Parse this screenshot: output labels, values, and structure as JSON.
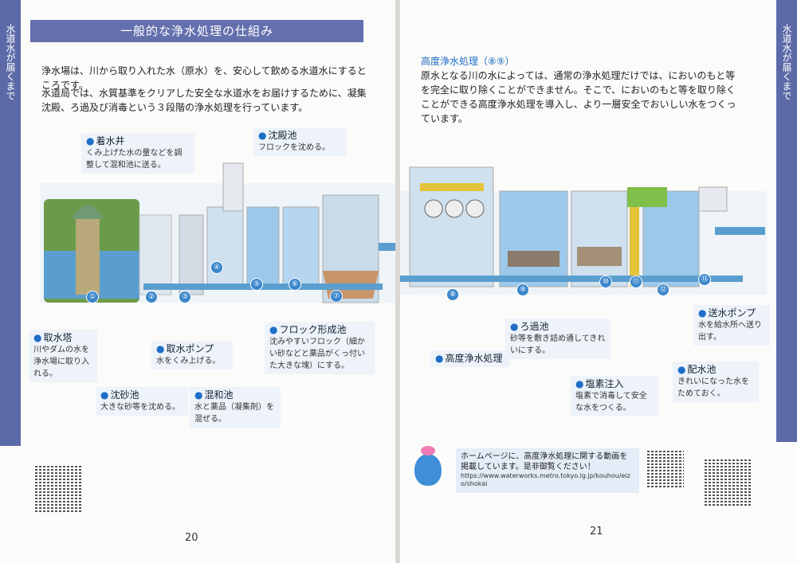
{
  "tabs": {
    "left": "水道水が届くまで",
    "right": "水道水が届くまで"
  },
  "title": "一般的な浄水処理の仕組み",
  "intro": {
    "p1": "浄水場は、川から取り入れた水（原水）を、安心して飲める水道水にするところです。",
    "p2": "水道局では、水質基準をクリアした安全な水道水をお届けするために、凝集沈殿、ろ過及び消毒という３段階の浄水処理を行っています。"
  },
  "advanced": {
    "heading": "高度浄水処理（⑧⑨）",
    "text": "原水となる川の水によっては、通常の浄水処理だけでは、においのもと等を完全に取り除くことができません。そこで、においのもと等を取り除くことができる高度浄水処理を導入し、より一層安全でおいしい水をつくっています。"
  },
  "labels": {
    "chakusuisei": {
      "h": "着水井",
      "d": "くみ上げた水の量などを調整して混和池に送る。"
    },
    "chindenchi": {
      "h": "沈殿池",
      "d": "フロックを沈める。"
    },
    "shusuito": {
      "h": "取水塔",
      "d": "川やダムの水を浄水場に取り入れる。"
    },
    "shusui_pump": {
      "h": "取水ポンプ",
      "d": "水をくみ上げる。"
    },
    "chinsachi": {
      "h": "沈砂池",
      "d": "大きな砂等を沈める。"
    },
    "konwachi": {
      "h": "混和池",
      "d": "水と薬品（凝集剤）を混ぜる。"
    },
    "floc": {
      "h": "フロック形成池",
      "d": "沈みやすいフロック（細かい砂などと薬品がくっ付いた大きな塊）にする。"
    },
    "koudo": {
      "h": "高度浄水処理",
      "d": ""
    },
    "rokachi": {
      "h": "ろ過池",
      "d": "砂等を敷き詰め通してきれいにする。"
    },
    "enso": {
      "h": "塩素注入",
      "d": "塩素で消毒して安全な水をつくる。"
    },
    "haisuichi": {
      "h": "配水池",
      "d": "きれいになった水をためておく。"
    },
    "sousui_pump": {
      "h": "送水ポンプ",
      "d": "水を給水所へ送り出す。"
    }
  },
  "numbers": [
    "①",
    "②",
    "③",
    "④",
    "⑤",
    "⑥",
    "⑦",
    "⑧",
    "⑨",
    "⑩",
    "⑪",
    "⑫",
    "⑬"
  ],
  "promo": {
    "text": "ホームページに、高度浄水処理に関する動画を掲載しています。是非御覧ください！",
    "url": "https://www.waterworks.metro.tokyo.lg.jp/kouhou/eizo/shokai"
  },
  "page_left": "20",
  "page_right": "21"
}
